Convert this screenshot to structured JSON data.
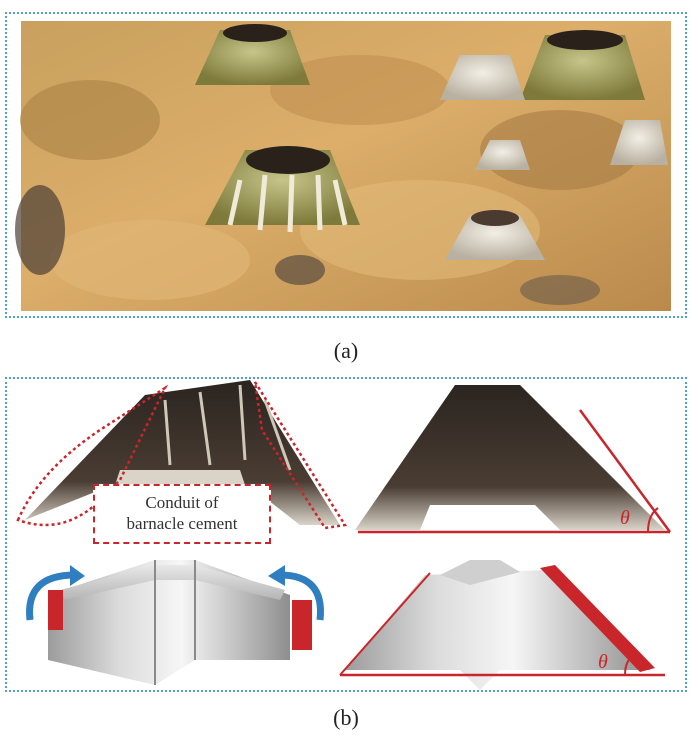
{
  "figure": {
    "caption_a": "(a)",
    "caption_b": "(b)",
    "annotation_line1": "Conduit of",
    "annotation_line2": "barnacle cement",
    "angle_symbol": "θ",
    "colors": {
      "frame_blue": "#4f9fd6",
      "accent_red": "#c8262a",
      "arrow_blue": "#2f7fc0",
      "rock_orange": "#d8a35e"
    }
  }
}
